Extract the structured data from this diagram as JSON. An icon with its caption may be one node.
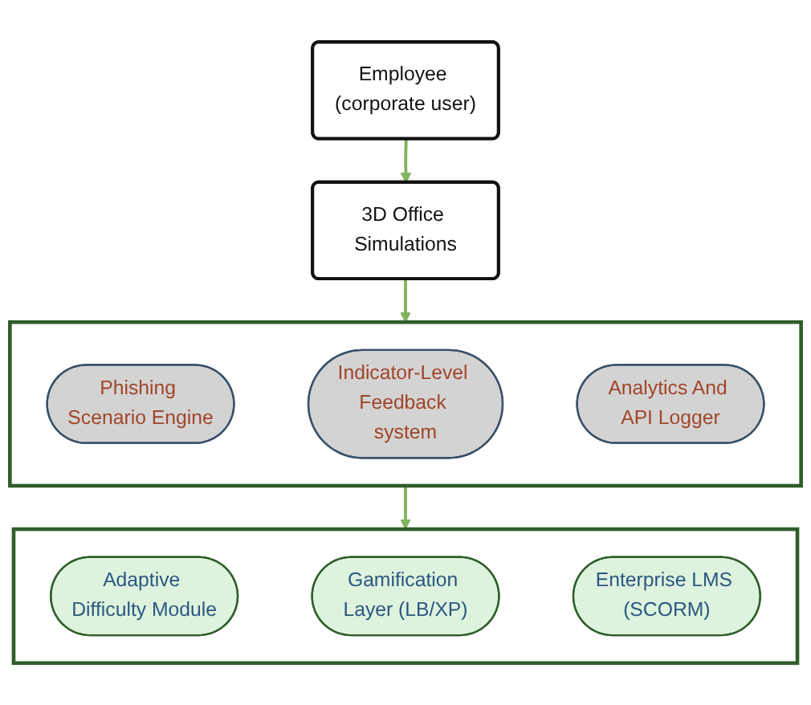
{
  "diagram": {
    "nodes": [
      {
        "text": [
          "Employee (corporate user)"
        ]
      },
      {
        "text": [
          "3D Office Simulations"
        ]
      },
      {
        "text": [],
        "shape": "box"
      },
      {
        "text": [
          "Phishing Scenario Engine"
        ],
        "in": 2
      },
      {
        "text": [
          "Indicator-Level Feedback system"
        ],
        "in": 2
      },
      {
        "text": [
          "Analytics And API Logger"
        ],
        "in": 2
      },
      {
        "text": [],
        "shape": "box"
      },
      {
        "text": [
          "Adaptive Difficulty Module"
        ],
        "in": 6
      },
      {
        "text": [
          "Gamification Layer (LB/XP)"
        ],
        "in": 6
      },
      {
        "text": [
          "Enterprise LMS (SCORM)"
        ],
        "in": 6
      }
    ],
    "edges": [
      {
        "from": 0,
        "to": 1,
        "arrow": "to"
      },
      {
        "from": 1,
        "to": 2,
        "arrow": "to"
      },
      {
        "from": 2,
        "to": 6,
        "arrow": "to"
      }
    ]
  }
}
